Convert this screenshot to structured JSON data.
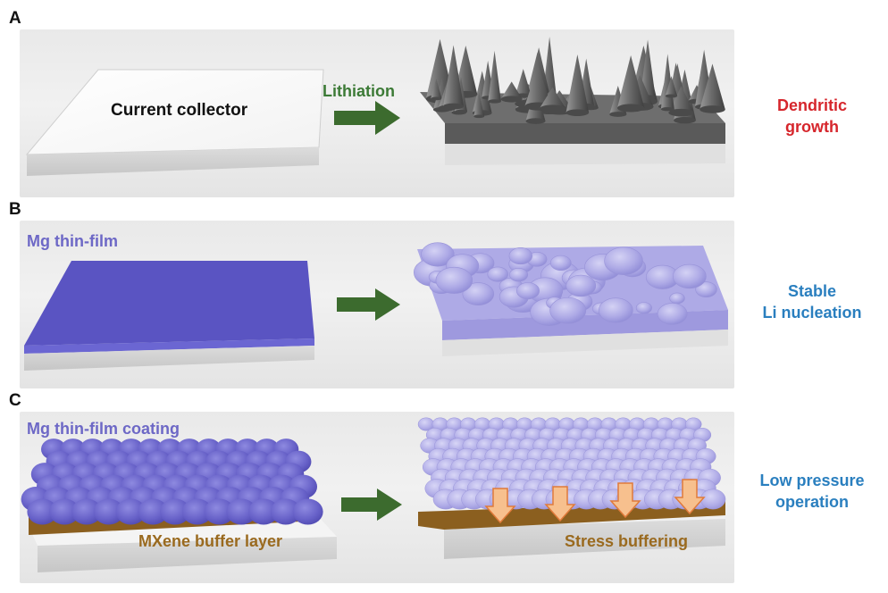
{
  "panels": {
    "a": {
      "letter": "A",
      "substrate_label": "Current collector",
      "arrow_label": "Lithiation",
      "outcome": [
        "Dendritic",
        "growth"
      ]
    },
    "b": {
      "letter": "B",
      "film_label": "Mg thin-film",
      "outcome": [
        "Stable",
        "Li nucleation"
      ]
    },
    "c": {
      "letter": "C",
      "coating_label": "Mg thin-film coating",
      "buffer_label": "MXene buffer layer",
      "stress_label": "Stress buffering",
      "outcome": [
        "Low pressure",
        "operation"
      ]
    }
  },
  "colors": {
    "dendrite_red": "#d6262c",
    "outcome_blue": "#2a7fbf",
    "mg_purple": "#6d68c6",
    "mxene_brown": "#9a6a1f",
    "arrow_green": "#3c6b2e",
    "stress_arrow": "#f7c08e"
  }
}
